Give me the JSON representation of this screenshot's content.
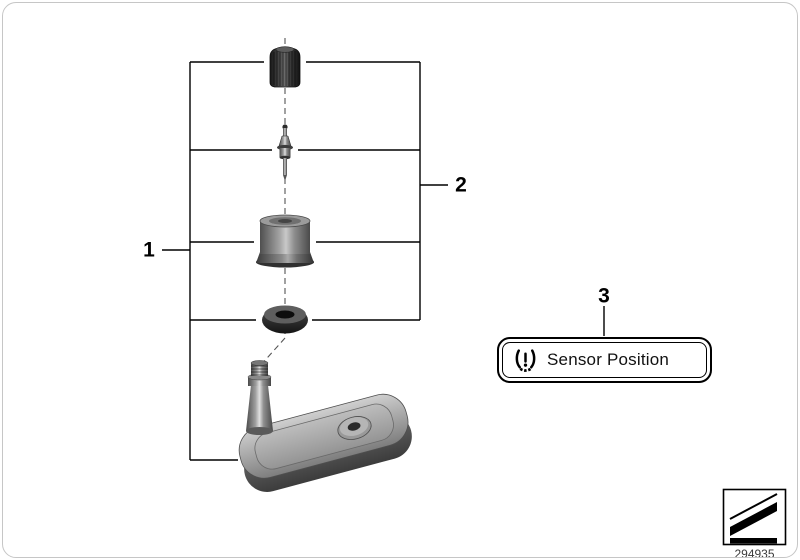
{
  "page": {
    "type": "exploded-parts-diagram",
    "callouts": {
      "1": "1",
      "2": "2",
      "3": "3"
    },
    "badge": {
      "icon": "tpms-warning-icon",
      "label": "Sensor Position"
    },
    "part_number": "294935",
    "parts": [
      {
        "id": 1,
        "name": "valve-cap"
      },
      {
        "id": 2,
        "name": "valve-core"
      },
      {
        "id": 3,
        "name": "union-nut"
      },
      {
        "id": 4,
        "name": "sealing-washer"
      },
      {
        "id": 5,
        "name": "rdc-wheel-sensor"
      }
    ],
    "colors": {
      "line": "#000000",
      "background": "#ffffff",
      "frame_border": "#c6c6c6"
    }
  }
}
